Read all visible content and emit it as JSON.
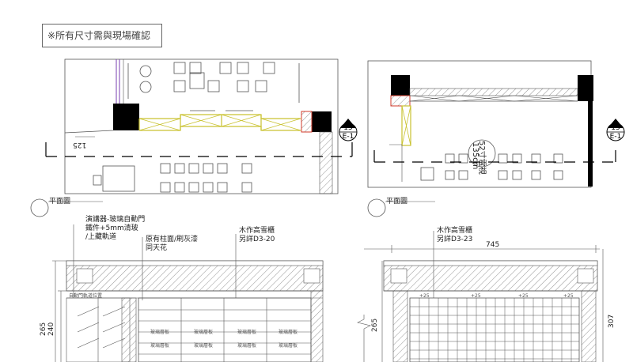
{
  "note": "※所有尺寸需與現場確認",
  "plan_left": {
    "dim_label": "125",
    "caption": "平面圖",
    "section_tag": {
      "num": "15",
      "sheet": "E-1"
    }
  },
  "plan_right": {
    "circle_label": "52寸電視",
    "circle_sub": "135cm",
    "caption": "平面圖",
    "section_tag": {
      "num": "15",
      "sheet": "E-1"
    }
  },
  "elev_left": {
    "callout_1": [
      "演講器-玻璃自動門",
      "鐵件+5mm清玻",
      "/上藏軌道"
    ],
    "callout_2": [
      "原有柱面/刷灰漆",
      "同天花"
    ],
    "callout_3": [
      "木作高雪櫃",
      "另詳D3-20"
    ],
    "inner_text": "自動門軌道位置",
    "dim_h1": "265",
    "dim_h2": "240",
    "shelf_label": "玻璃層板"
  },
  "elev_right": {
    "callout": [
      "木作高雪櫃",
      "另詳D3-23"
    ],
    "dim_top": "745",
    "dim_left": "265",
    "dim_right": "307",
    "tick_label": "+25"
  }
}
